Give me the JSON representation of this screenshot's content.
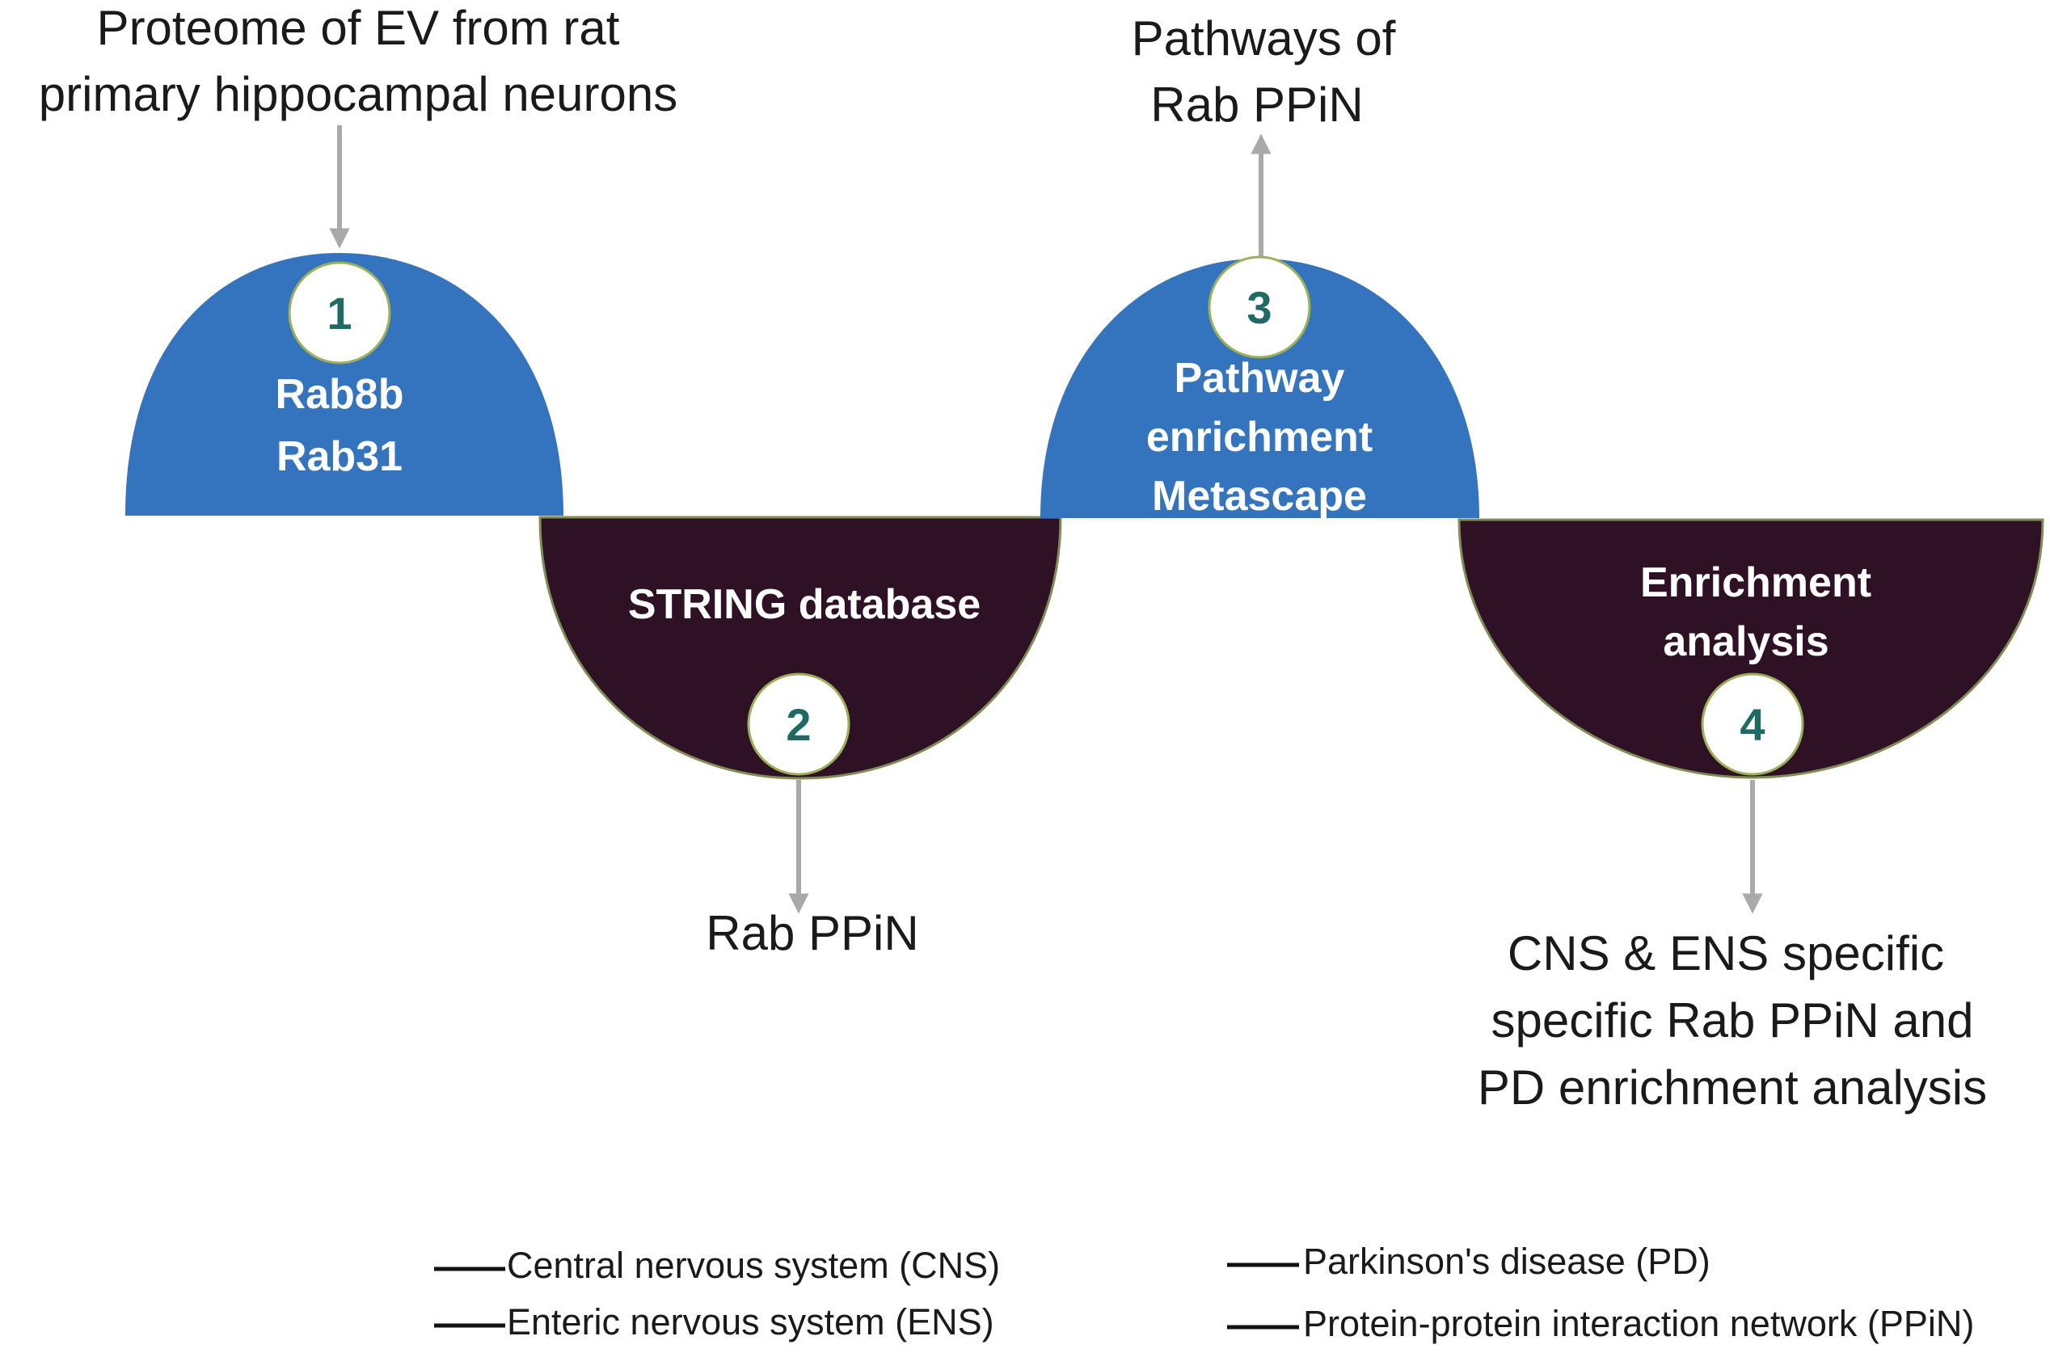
{
  "colors": {
    "step_top": "#3474be",
    "step_bottom": "#2f1126",
    "shape_border": "#7f8d56",
    "badge_fill": "#ffffff",
    "badge_border": "#9bb058",
    "badge_text": "#1f6b64",
    "arrow": "#a9a9a9"
  },
  "steps": [
    {
      "number": "1",
      "lines": [
        "Rab8b",
        "Rab31"
      ]
    },
    {
      "number": "2",
      "lines": [
        "STRING database"
      ]
    },
    {
      "number": "3",
      "lines": [
        "Pathway",
        "enrichment",
        "Metascape"
      ]
    },
    {
      "number": "4",
      "lines": [
        "Enrichment",
        "analysis"
      ]
    }
  ],
  "notes": {
    "input": [
      "Proteome of EV from rat",
      "primary hippocampal neurons"
    ],
    "step2_output": [
      "Rab PPiN"
    ],
    "step3_output": [
      "Pathways of",
      "Rab PPiN"
    ],
    "step4_output": [
      "CNS & ENS specific",
      "specific Rab PPiN and",
      "PD enrichment analysis"
    ]
  },
  "legend": [
    {
      "text": "Central nervous system (CNS)"
    },
    {
      "text": "Enteric nervous system (ENS)"
    },
    {
      "text": "Parkinson's disease (PD)"
    },
    {
      "text": "Protein-protein interaction network (PPiN)"
    }
  ]
}
